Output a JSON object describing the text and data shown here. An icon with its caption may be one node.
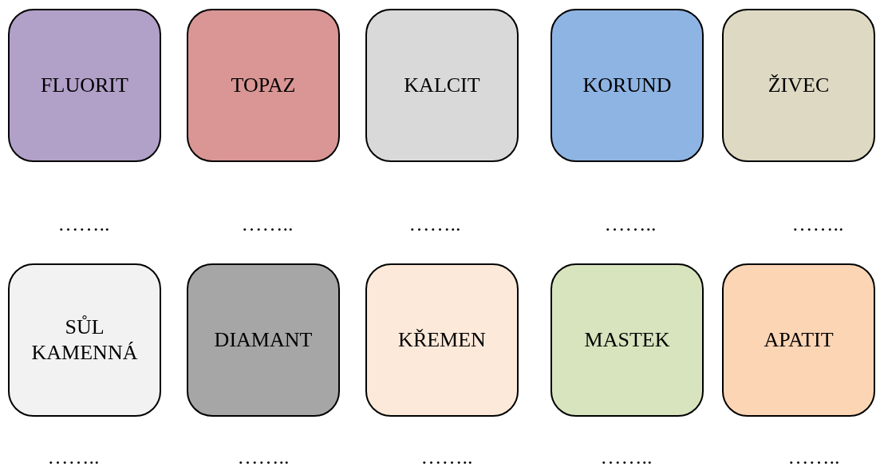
{
  "diagram": {
    "nodes": [
      {
        "text": [
          "FLUORIT"
        ]
      },
      {
        "text": [
          "TOPAZ"
        ]
      },
      {
        "text": [
          "KALCIT"
        ]
      },
      {
        "text": [
          "KORUND"
        ]
      },
      {
        "text": [
          "ŽIVEC"
        ]
      },
      {
        "text": [
          "SŮL KAMENNÁ"
        ]
      },
      {
        "text": [
          "DIAMANT"
        ]
      },
      {
        "text": [
          "KŘEMEN"
        ]
      },
      {
        "text": [
          "MASTEK"
        ]
      },
      {
        "text": [
          "APATIT"
        ]
      }
    ],
    "labels": [
      "……..",
      "……..",
      "……..",
      "……..",
      "……..",
      "……..",
      "……..",
      "……..",
      "……..",
      "…….."
    ]
  }
}
